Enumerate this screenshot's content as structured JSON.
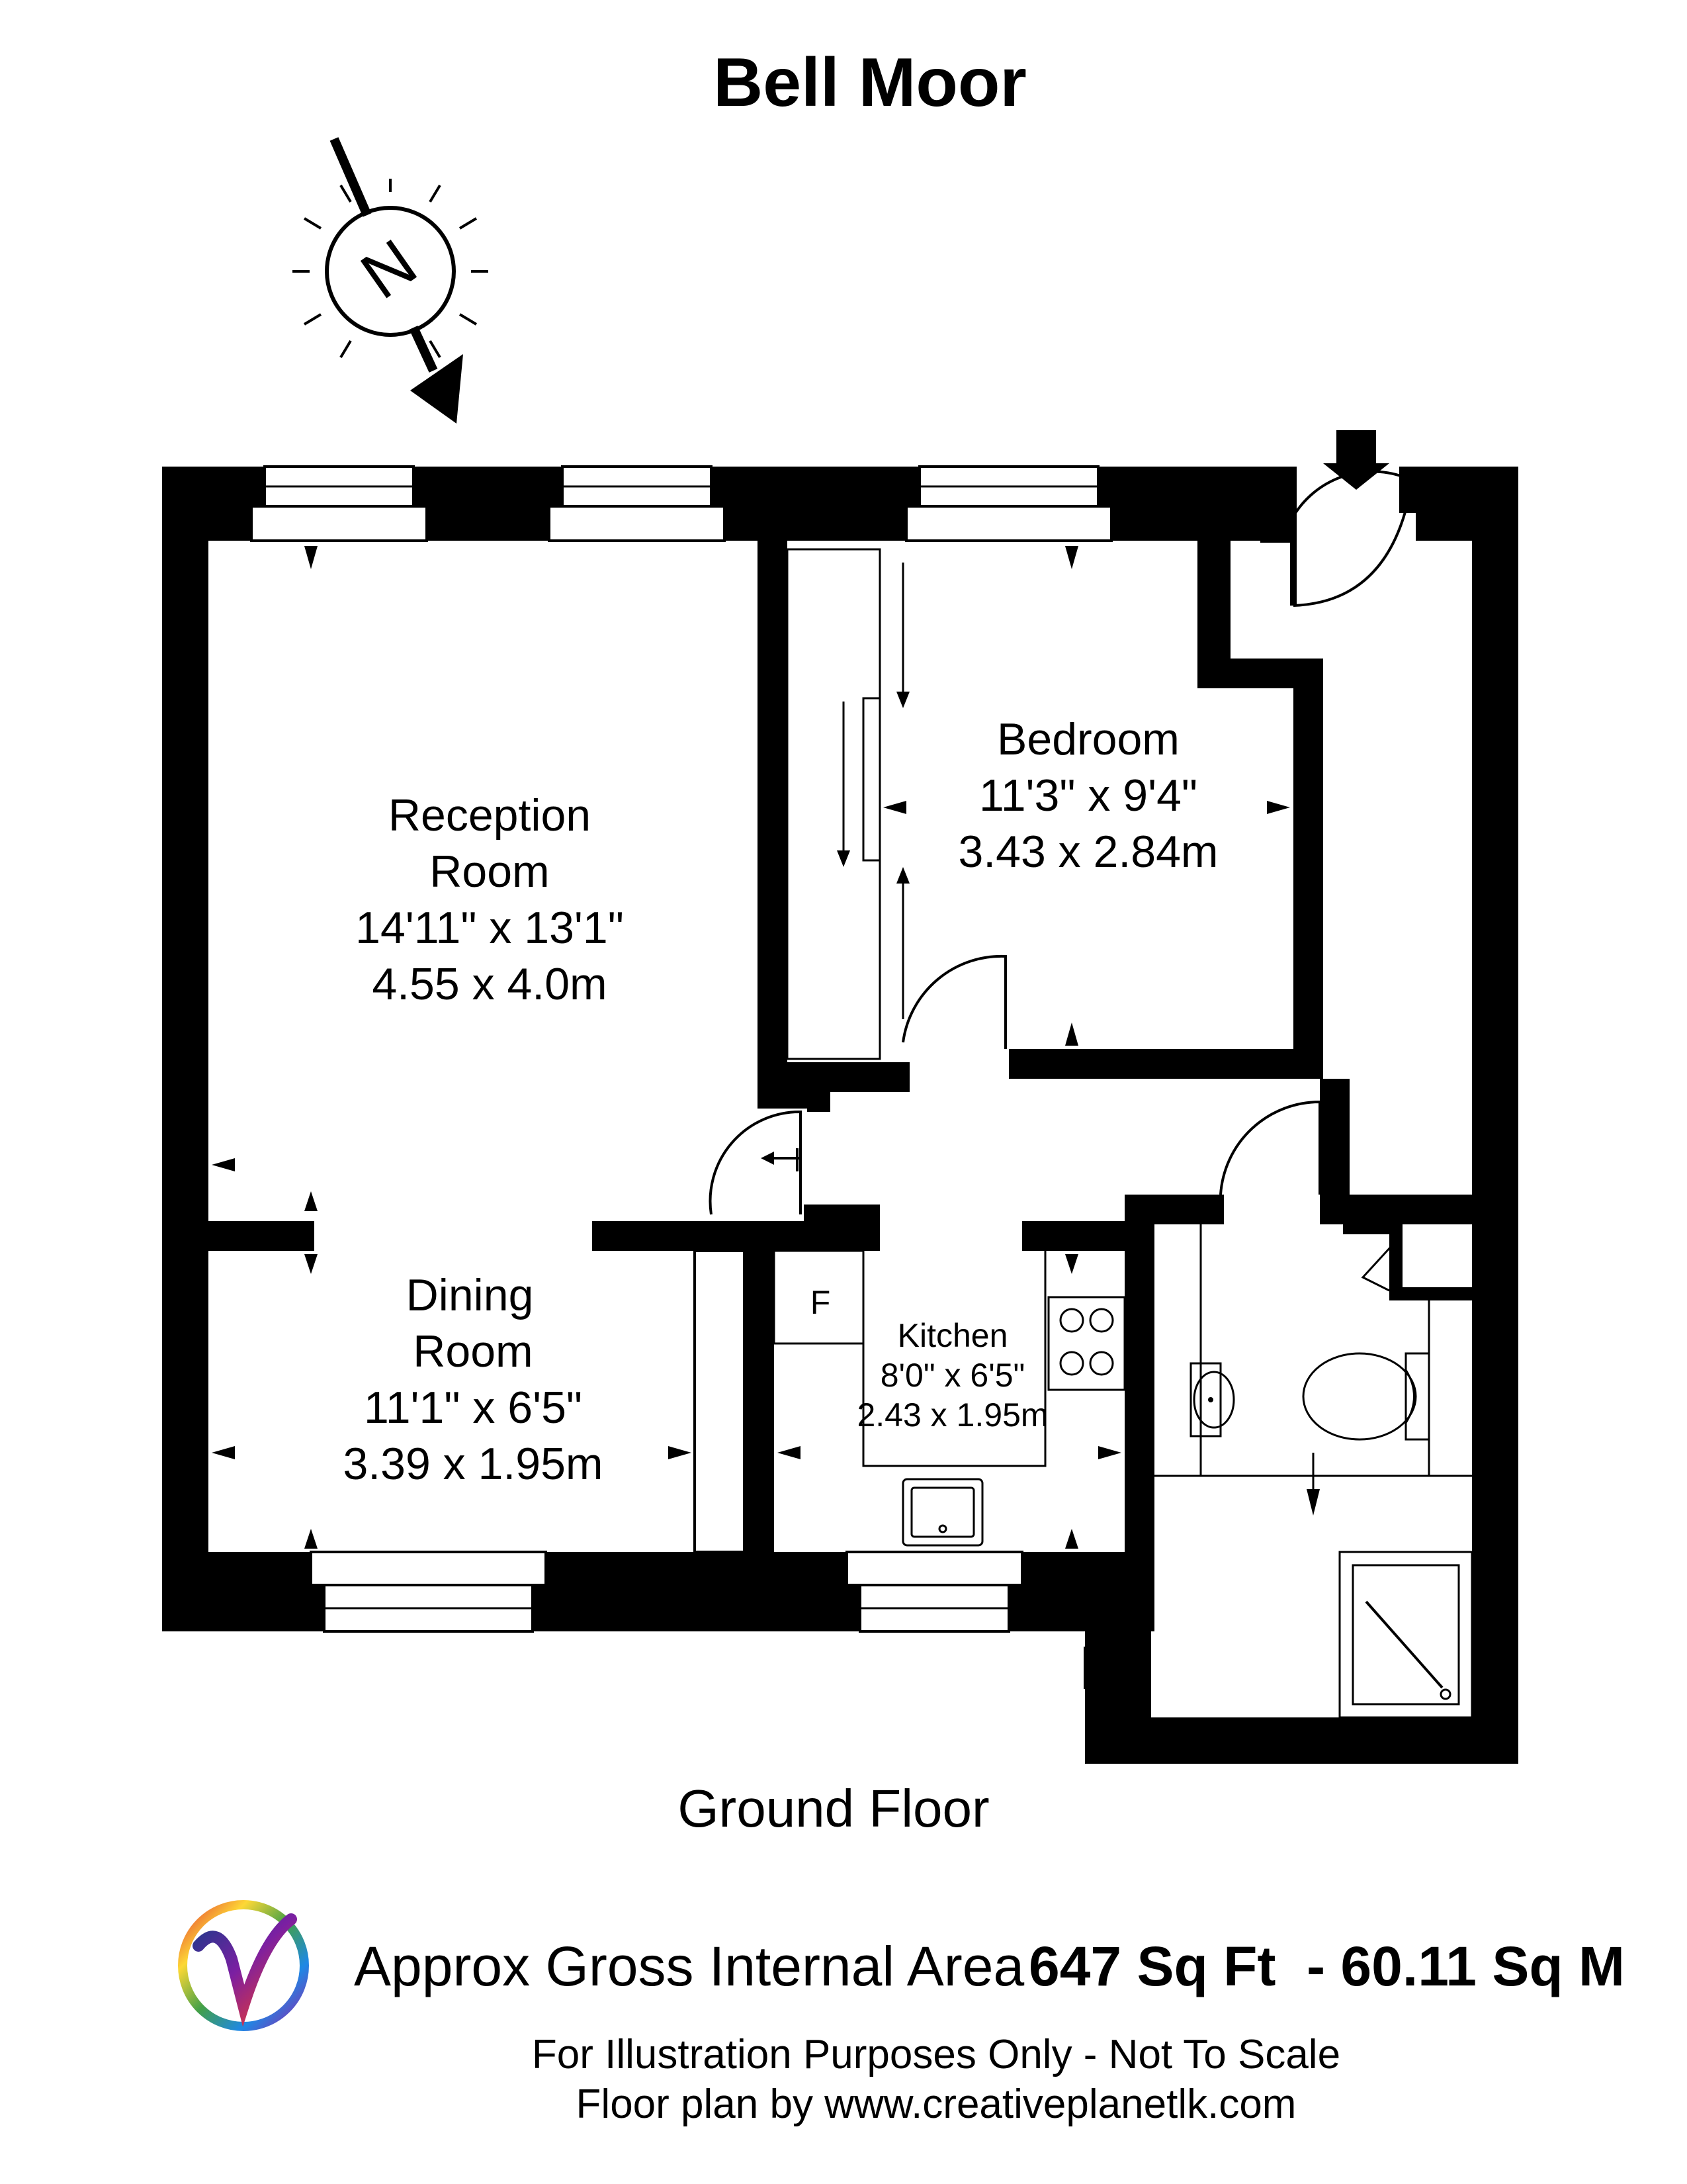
{
  "title": "Bell Moor",
  "compass": {
    "label": "N",
    "icon": "compass-north-icon"
  },
  "rooms": {
    "reception": {
      "name1": "Reception",
      "name2": "Room",
      "imperial": "14'11\" x 13'1\"",
      "metric": "4.55 x 4.0m"
    },
    "bedroom": {
      "name": "Bedroom",
      "imperial": "11'3\" x 9'4\"",
      "metric": "3.43 x 2.84m"
    },
    "dining": {
      "name1": "Dining",
      "name2": "Room",
      "imperial": "11'1\" x 6'5\"",
      "metric": "3.39 x 1.95m"
    },
    "kitchen": {
      "name": "Kitchen",
      "imperial": "8'0\" x 6'5\"",
      "metric": "2.43 x 1.95m",
      "fridge_label": "F"
    }
  },
  "floor_label": "Ground Floor",
  "area": {
    "label": "Approx Gross Internal Area",
    "value": "647 Sq Ft  - 60.11 Sq M"
  },
  "footer": {
    "line1": "For Illustration Purposes Only - Not To Scale",
    "line2": "Floor plan by www.creativeplanetlk.com"
  },
  "logo": {
    "letter": "V",
    "icon": "creative-planet-logo-icon"
  }
}
